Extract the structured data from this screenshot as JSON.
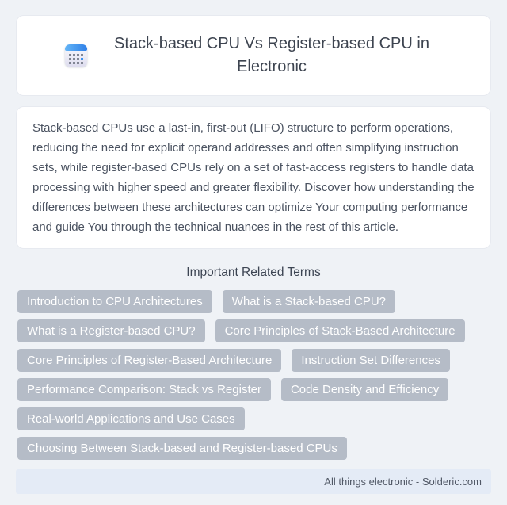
{
  "page": {
    "background_color": "#eff2f6",
    "card_background": "#ffffff"
  },
  "header": {
    "icon": "calendar-icon",
    "icon_accent_color": "#2f80e8",
    "title": "Stack-based CPU Vs Register-based CPU in Electronic"
  },
  "intro": {
    "text": "Stack-based CPUs use a last-in, first-out (LIFO) structure to perform operations, reducing the need for explicit operand addresses and often simplifying instruction sets, while register-based CPUs rely on a set of fast-access registers to handle data processing with higher speed and greater flexibility. Discover how understanding the differences between these architectures can optimize Your computing performance and guide You through the technical nuances in the rest of this article."
  },
  "related_terms": {
    "heading": "Important Related Terms",
    "tag_background_color": "#b5bcc7",
    "tag_text_color": "#ffffff",
    "tags": [
      "Introduction to CPU Architectures",
      "What is a Stack-based CPU?",
      "What is a Register-based CPU?",
      "Core Principles of Stack-Based Architecture",
      "Core Principles of Register-Based Architecture",
      "Instruction Set Differences",
      "Performance Comparison: Stack vs Register",
      "Code Density and Efficiency",
      "Real-world Applications and Use Cases",
      "Choosing Between Stack-based and Register-based CPUs"
    ]
  },
  "footer": {
    "background_color": "#e4ebf6",
    "text": "All things electronic - Solderic.com"
  }
}
